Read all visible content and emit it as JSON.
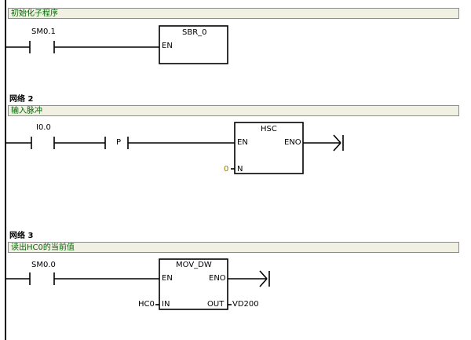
{
  "network1": {
    "comment": "初始化子程序",
    "contact": "SM0.1",
    "box": {
      "name": "SBR_0",
      "en": "EN"
    }
  },
  "network2": {
    "title": "网络 2",
    "comment": "输入脉冲",
    "contact": "I0.0",
    "edge": "P",
    "box": {
      "name": "HSC",
      "en": "EN",
      "eno": "ENO",
      "n": "N"
    },
    "n_value": "0"
  },
  "network3": {
    "title": "网络 3",
    "comment": "读出HC0的当前值",
    "contact": "SM0.0",
    "box": {
      "name": "MOV_DW",
      "en": "EN",
      "eno": "ENO",
      "in": "IN",
      "out": "OUT"
    },
    "in_value": "HC0",
    "out_value": "VD200"
  },
  "colors": {
    "comment_bg": "#f1f1e3",
    "comment_text": "#006400",
    "operand_const": "#8a7a00"
  },
  "icons": [
    "contact-icon",
    "positive-edge-icon",
    "coil-arrow-icon"
  ]
}
